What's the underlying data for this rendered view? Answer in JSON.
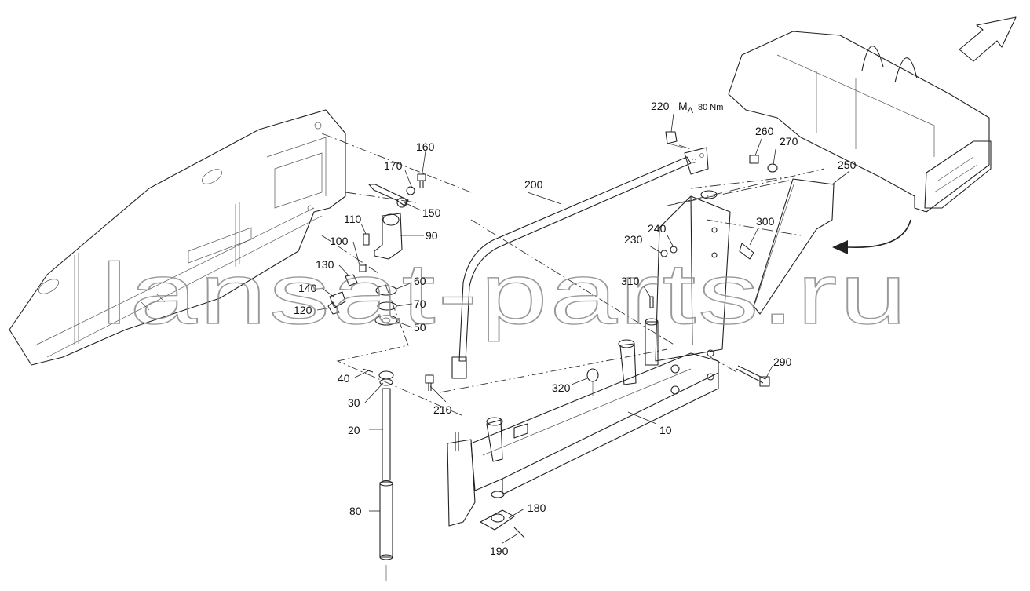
{
  "diagram": {
    "watermark": "lansat-parts.ru",
    "torque_note": {
      "prefix": "M",
      "subscript": "A",
      "value": "80 Nm"
    },
    "callouts": [
      {
        "id": "c10",
        "text": "10"
      },
      {
        "id": "c20",
        "text": "20"
      },
      {
        "id": "c30",
        "text": "30"
      },
      {
        "id": "c40",
        "text": "40"
      },
      {
        "id": "c50",
        "text": "50"
      },
      {
        "id": "c60",
        "text": "60"
      },
      {
        "id": "c70",
        "text": "70"
      },
      {
        "id": "c80",
        "text": "80"
      },
      {
        "id": "c90",
        "text": "90"
      },
      {
        "id": "c100",
        "text": "100"
      },
      {
        "id": "c110",
        "text": "110"
      },
      {
        "id": "c120",
        "text": "120"
      },
      {
        "id": "c130",
        "text": "130"
      },
      {
        "id": "c140",
        "text": "140"
      },
      {
        "id": "c150",
        "text": "150"
      },
      {
        "id": "c160",
        "text": "160"
      },
      {
        "id": "c170",
        "text": "170"
      },
      {
        "id": "c180",
        "text": "180"
      },
      {
        "id": "c190",
        "text": "190"
      },
      {
        "id": "c200",
        "text": "200"
      },
      {
        "id": "c210",
        "text": "210"
      },
      {
        "id": "c220",
        "text": "220"
      },
      {
        "id": "c230",
        "text": "230"
      },
      {
        "id": "c240",
        "text": "240"
      },
      {
        "id": "c250",
        "text": "250"
      },
      {
        "id": "c260",
        "text": "260"
      },
      {
        "id": "c270",
        "text": "270"
      },
      {
        "id": "c290",
        "text": "290"
      },
      {
        "id": "c300",
        "text": "300"
      },
      {
        "id": "c310",
        "text": "310"
      },
      {
        "id": "c320",
        "text": "320"
      }
    ],
    "icons": {
      "view_arrow": "direction-arrow-icon",
      "rotate_arrow": "curved-arrow-icon"
    }
  }
}
